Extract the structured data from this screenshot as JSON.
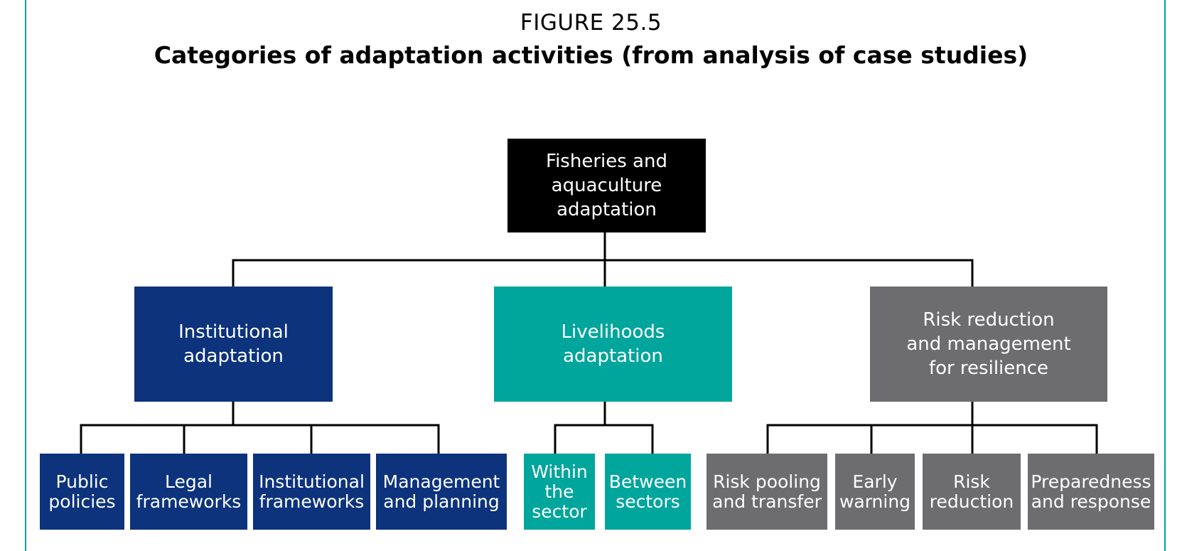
{
  "figure": {
    "label": "FIGURE 25.5",
    "title": "Categories of adaptation activities (from analysis of case studies)"
  },
  "colors": {
    "root": "#000000",
    "institutional": "#0c337c",
    "livelihoods": "#00a59c",
    "risk": "#6d6d70",
    "frame": "#00a19a",
    "connector": "#000000"
  },
  "root": {
    "label": "Fisheries and\naquaculture\nadaptation"
  },
  "categories": [
    {
      "label": "Institutional\nadaptation",
      "children": [
        {
          "label": "Public\npolicies"
        },
        {
          "label": "Legal\nframeworks"
        },
        {
          "label": "Institutional\nframeworks"
        },
        {
          "label": "Management\nand planning"
        }
      ]
    },
    {
      "label": "Livelihoods\nadaptation",
      "children": [
        {
          "label": "Within\nthe\nsector"
        },
        {
          "label": "Between\nsectors"
        }
      ]
    },
    {
      "label": "Risk reduction\nand management\nfor resilience",
      "children": [
        {
          "label": "Risk pooling\nand transfer"
        },
        {
          "label": "Early\nwarning"
        },
        {
          "label": "Risk\nreduction"
        },
        {
          "label": "Preparedness\nand response"
        }
      ]
    }
  ]
}
